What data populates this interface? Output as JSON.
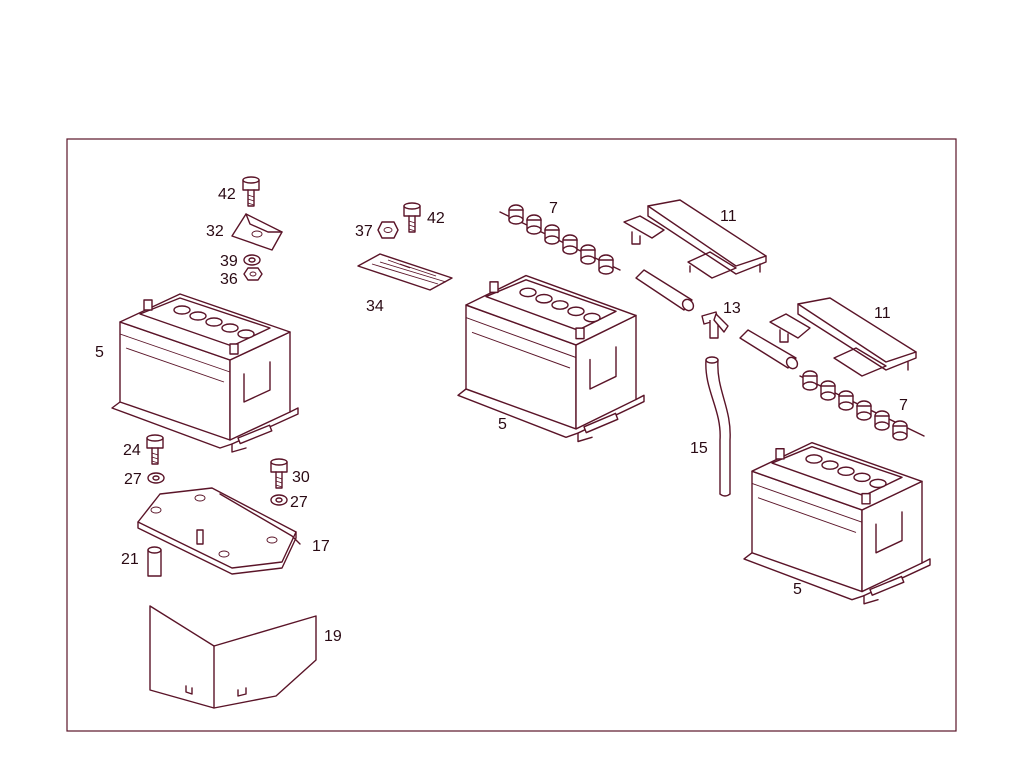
{
  "diagram": {
    "colors": {
      "line": "#5a1428",
      "text": "#2a0a14",
      "background": "#ffffff"
    },
    "callouts": [
      {
        "id": "c-42a",
        "text": "42"
      },
      {
        "id": "c-32",
        "text": "32"
      },
      {
        "id": "c-39",
        "text": "39"
      },
      {
        "id": "c-36",
        "text": "36"
      },
      {
        "id": "c-5a",
        "text": "5"
      },
      {
        "id": "c-24",
        "text": "24"
      },
      {
        "id": "c-27a",
        "text": "27"
      },
      {
        "id": "c-30",
        "text": "30"
      },
      {
        "id": "c-27b",
        "text": "27"
      },
      {
        "id": "c-17",
        "text": "17"
      },
      {
        "id": "c-21",
        "text": "21"
      },
      {
        "id": "c-19",
        "text": "19"
      },
      {
        "id": "c-37",
        "text": "37"
      },
      {
        "id": "c-42b",
        "text": "42"
      },
      {
        "id": "c-34",
        "text": "34"
      },
      {
        "id": "c-7a",
        "text": "7"
      },
      {
        "id": "c-5b",
        "text": "5"
      },
      {
        "id": "c-11a",
        "text": "11"
      },
      {
        "id": "c-13",
        "text": "13"
      },
      {
        "id": "c-11b",
        "text": "11"
      },
      {
        "id": "c-7b",
        "text": "7"
      },
      {
        "id": "c-15",
        "text": "15"
      },
      {
        "id": "c-5c",
        "text": "5"
      }
    ]
  }
}
